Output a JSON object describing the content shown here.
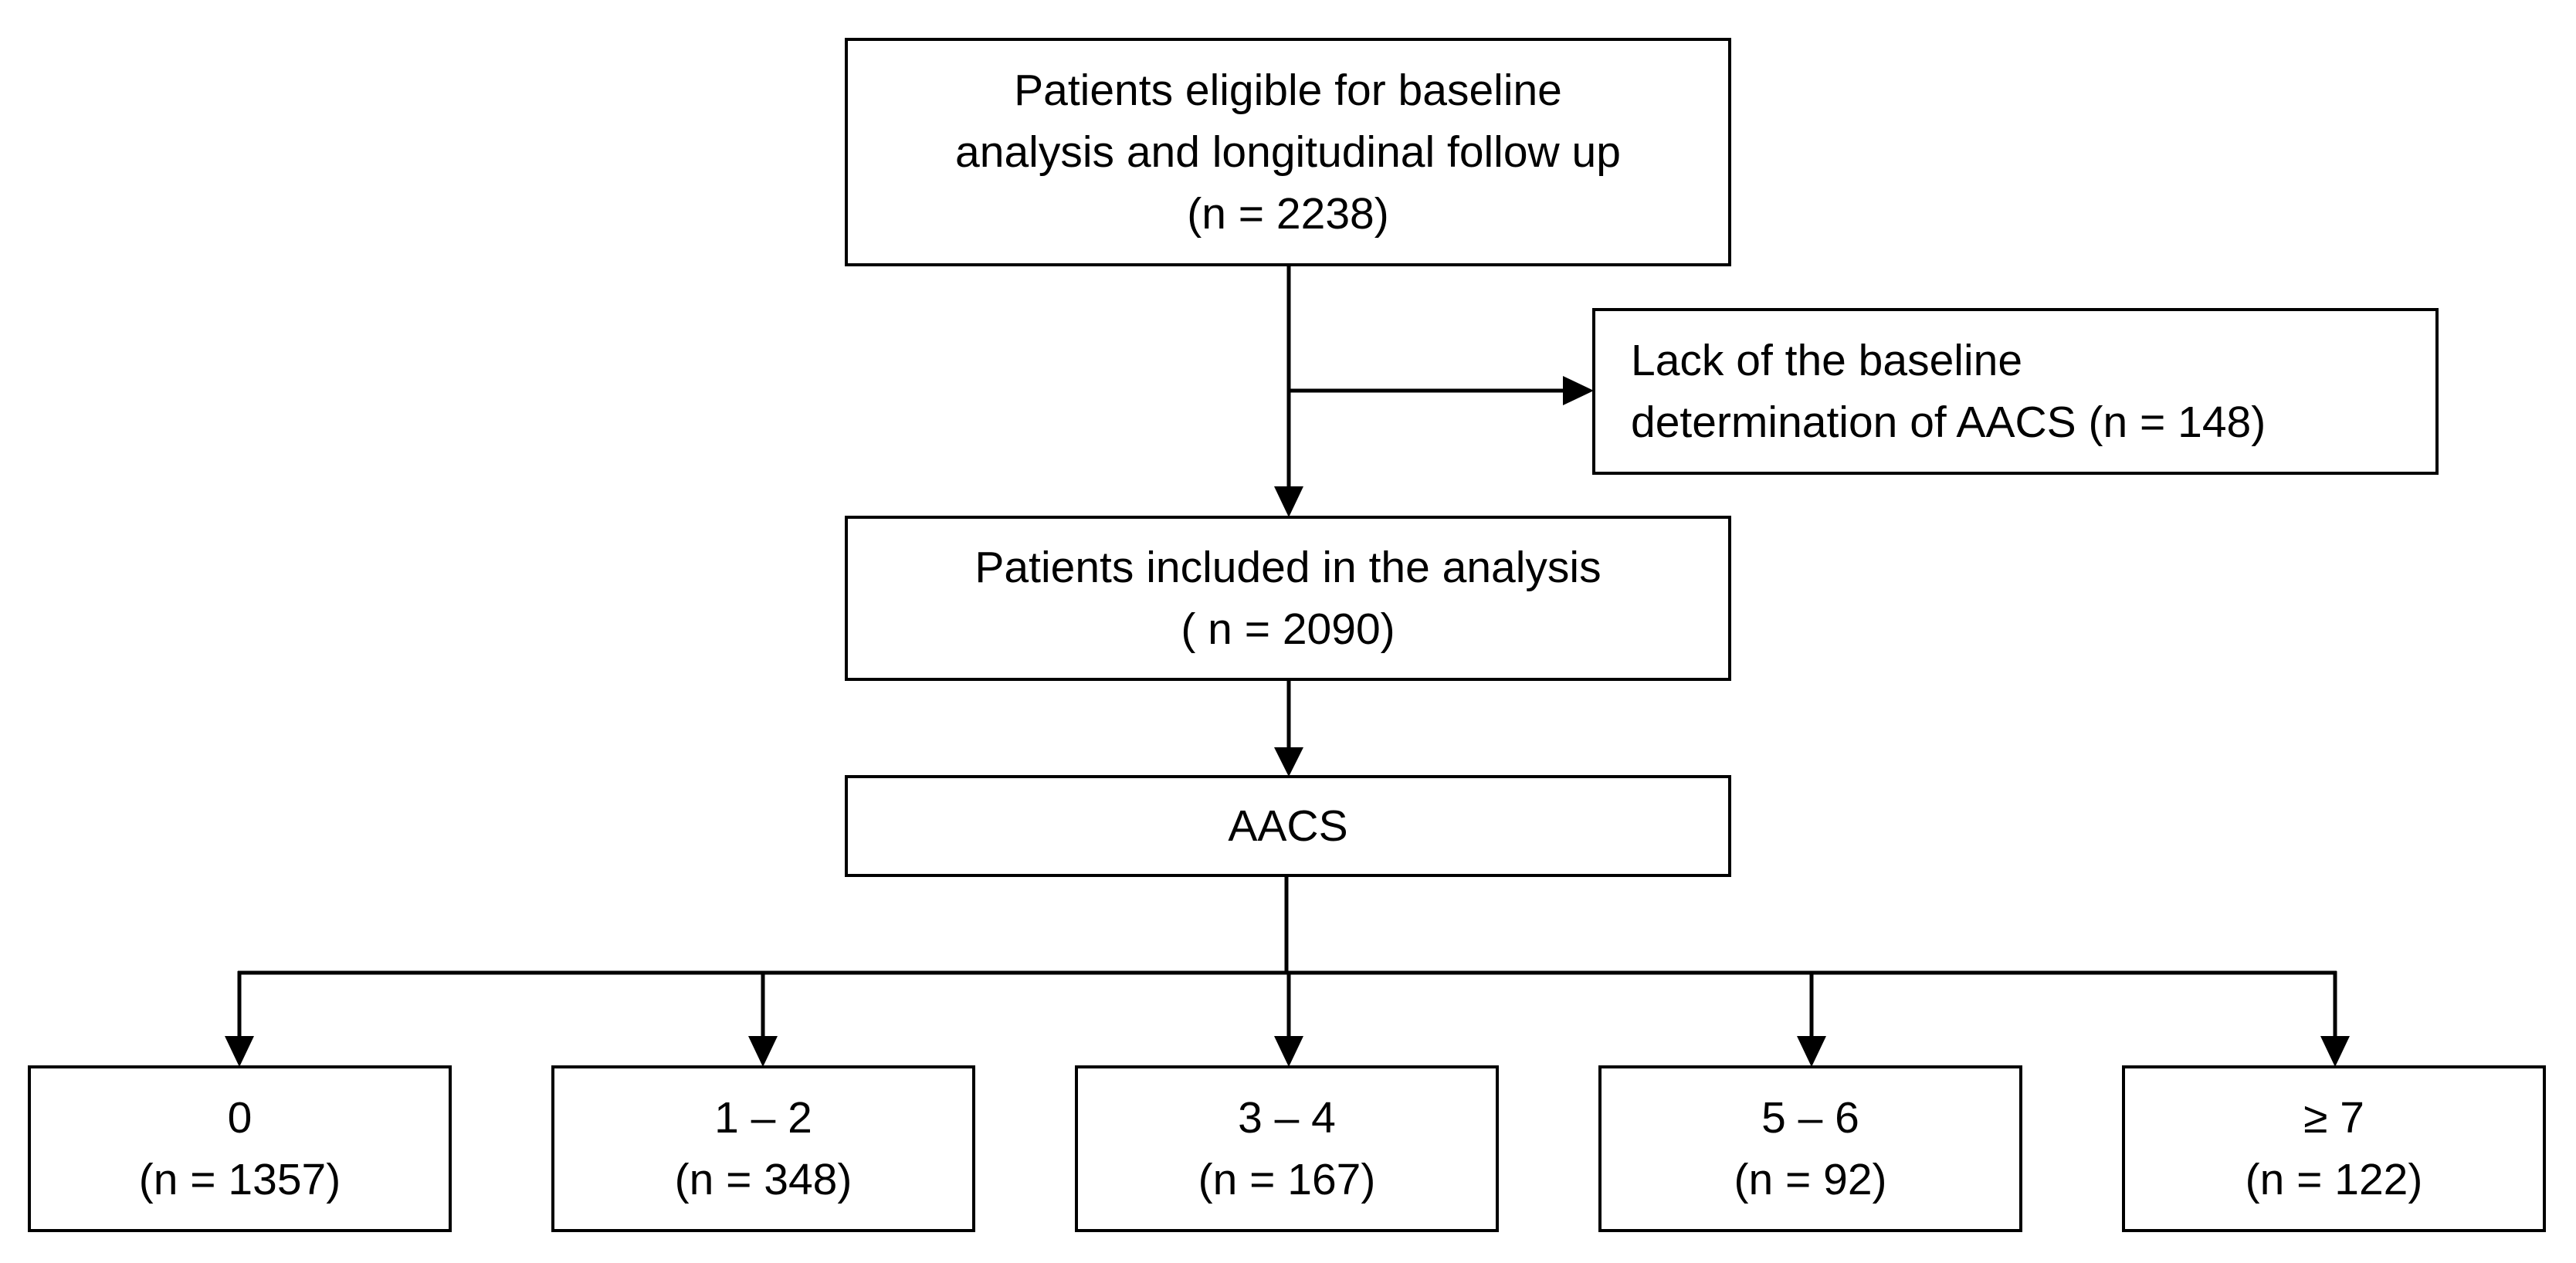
{
  "flowchart": {
    "eligible": {
      "lines": [
        "Patients eligible for baseline",
        "analysis and longitudinal follow up",
        "(n = 2238)"
      ]
    },
    "excluded": {
      "lines": [
        "Lack of the baseline",
        "determination of AACS (n = 148)"
      ]
    },
    "included": {
      "lines": [
        "Patients included in the analysis",
        "( n = 2090)"
      ]
    },
    "score": {
      "label": "AACS"
    },
    "groups": [
      {
        "label": "0",
        "count": "(n = 1357)"
      },
      {
        "label": "1 – 2",
        "count": "(n = 348)"
      },
      {
        "label": "3 – 4",
        "count": "(n = 167)"
      },
      {
        "label": "5 – 6",
        "count": "(n = 92)"
      },
      {
        "label": "≥ 7",
        "count": "(n = 122)"
      }
    ],
    "colors": {
      "stroke": "#000000",
      "fill": "#ffffff",
      "text": "#000000"
    }
  }
}
